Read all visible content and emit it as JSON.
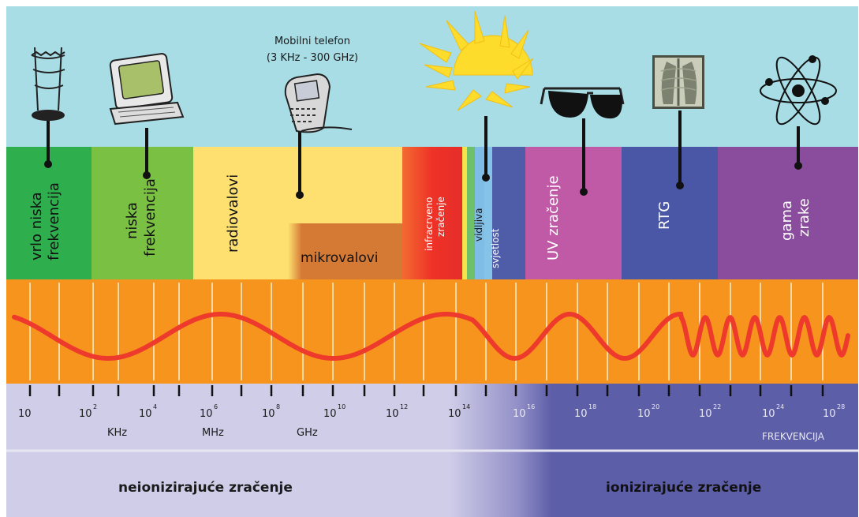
{
  "mobile_caption": {
    "line1": "Mobilni telefon",
    "line2": "(3 KHz - 300 GHz)"
  },
  "bands": [
    {
      "id": "vlf",
      "lines": [
        "vrlo niska",
        "frekvencija"
      ],
      "color": "#2fae4e"
    },
    {
      "id": "lf",
      "lines": [
        "niska",
        "frekvencija"
      ],
      "color": "#7ac143"
    },
    {
      "id": "radio",
      "lines": [
        "radiovalovi"
      ],
      "color": "#fde070"
    },
    {
      "id": "micro",
      "lines": [
        "mikrovalovi"
      ],
      "color": "#d57a35"
    },
    {
      "id": "ir",
      "lines": [
        "infracrveno",
        "zračenje"
      ],
      "color": "#ef3b30"
    },
    {
      "id": "visible",
      "lines": [
        "vidljiva",
        "svjetlost"
      ],
      "color": "#86c3e8"
    },
    {
      "id": "uv",
      "lines": [
        "UV zračenje"
      ],
      "color": "#c05aa7"
    },
    {
      "id": "xray",
      "lines": [
        "RTG"
      ],
      "color": "#4a56a6"
    },
    {
      "id": "gamma",
      "lines": [
        "gama",
        "zrake"
      ],
      "color": "#8a4d9d"
    }
  ],
  "icons": [
    "antenna-icon",
    "computer-icon",
    "mobile-phone-icon",
    "sun-icon",
    "sunglasses-icon",
    "xray-icon",
    "atom-icon"
  ],
  "scale": {
    "ticks": [
      {
        "base": "10",
        "exp": ""
      },
      {
        "base": "10",
        "exp": "2"
      },
      {
        "base": "10",
        "exp": "4"
      },
      {
        "base": "10",
        "exp": "6"
      },
      {
        "base": "10",
        "exp": "8"
      },
      {
        "base": "10",
        "exp": "10"
      },
      {
        "base": "10",
        "exp": "12"
      },
      {
        "base": "10",
        "exp": "14"
      },
      {
        "base": "10",
        "exp": "16"
      },
      {
        "base": "10",
        "exp": "18"
      },
      {
        "base": "10",
        "exp": "20"
      },
      {
        "base": "10",
        "exp": "22"
      },
      {
        "base": "10",
        "exp": "24"
      },
      {
        "base": "10",
        "exp": "28"
      }
    ],
    "units": [
      "KHz",
      "MHz",
      "GHz"
    ],
    "axis_label": "FREKVENCIJA"
  },
  "footer": {
    "non_ionizing": "neionizirajuće zračenje",
    "ionizing": "ionizirajuće zračenje"
  },
  "colors": {
    "sky": "#a8dde6",
    "wave_band": "#f7941d",
    "wave": "#ee3a2c",
    "lower_left": "#cdcbe6",
    "lower_right": "#5d5ea8"
  }
}
